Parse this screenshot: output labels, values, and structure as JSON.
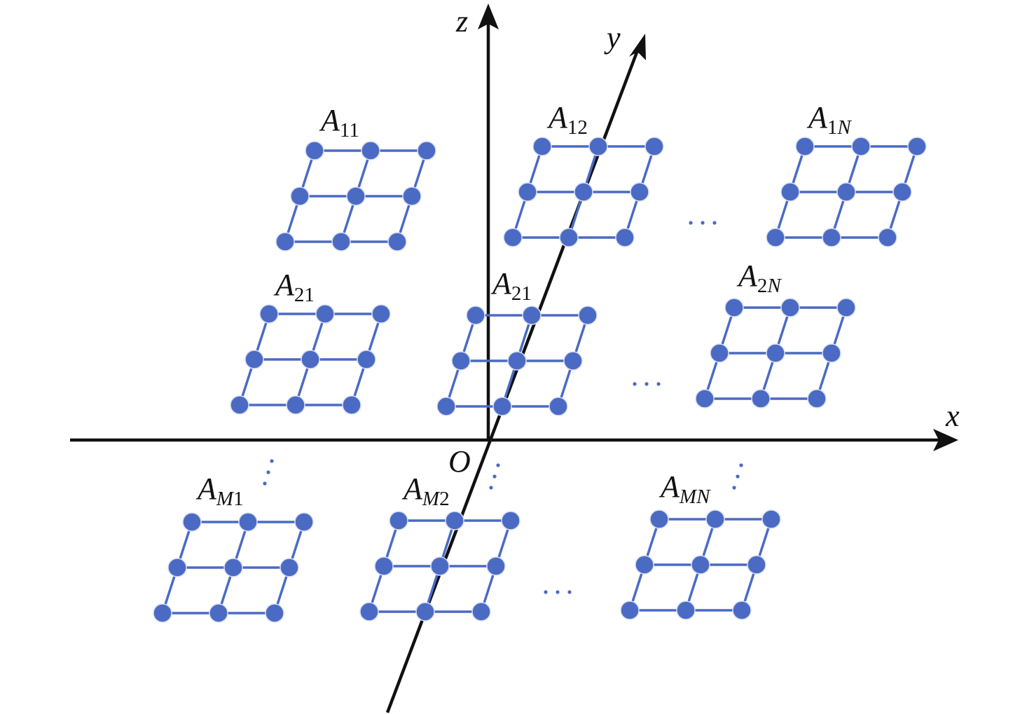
{
  "colors": {
    "grid": "#4a6ac4",
    "axis": "#111111",
    "background": "#ffffff"
  },
  "axes": {
    "x_label": "x",
    "y_label": "y",
    "z_label": "z",
    "origin_label": "O"
  },
  "arrays": [
    {
      "id": "A11",
      "main": "A",
      "sub_a": "1",
      "sub_b": "1",
      "sub_b_italic": false
    },
    {
      "id": "A12",
      "main": "A",
      "sub_a": "1",
      "sub_b": "2",
      "sub_b_italic": false
    },
    {
      "id": "A1N",
      "main": "A",
      "sub_a": "1",
      "sub_b": "N",
      "sub_b_italic": true
    },
    {
      "id": "A21-left",
      "main": "A",
      "sub_a": "2",
      "sub_b": "1",
      "sub_b_italic": false
    },
    {
      "id": "A21-center",
      "main": "A",
      "sub_a": "2",
      "sub_b": "1",
      "sub_b_italic": false
    },
    {
      "id": "A2N",
      "main": "A",
      "sub_a": "2",
      "sub_b": "N",
      "sub_b_italic": true
    },
    {
      "id": "AM1",
      "main": "A",
      "sub_a": "M",
      "sub_b": "1",
      "sub_b_italic": false
    },
    {
      "id": "AM2",
      "main": "A",
      "sub_a": "M",
      "sub_b": "2",
      "sub_b_italic": false
    },
    {
      "id": "AMN",
      "main": "A",
      "sub_a": "M",
      "sub_b": "N",
      "sub_b_italic": true
    }
  ],
  "grid": {
    "rows": 3,
    "cols": 3
  }
}
